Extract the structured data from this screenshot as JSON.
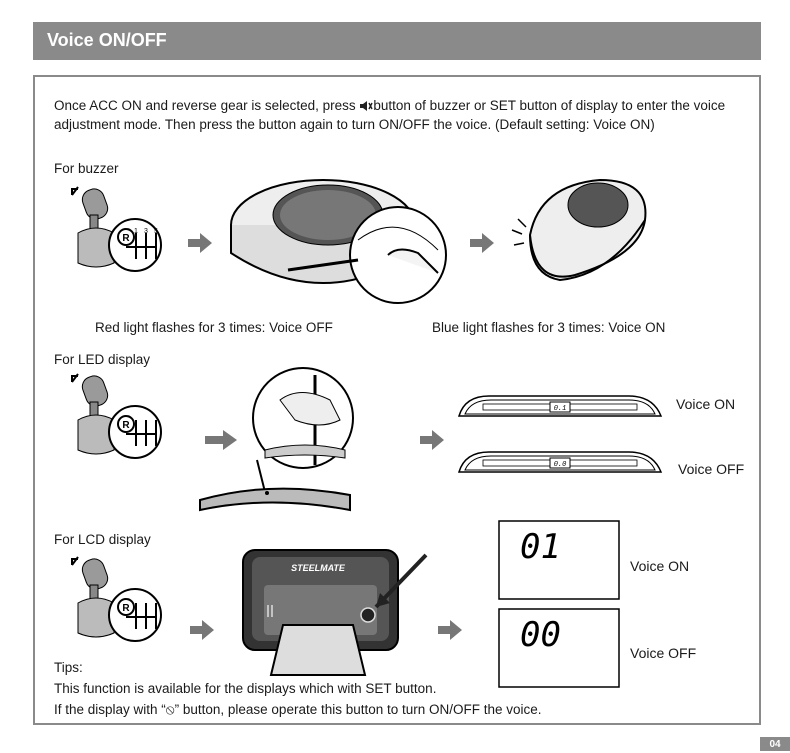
{
  "header": {
    "title": "Voice ON/OFF"
  },
  "intro": {
    "before_icon": "Once ACC ON and reverse gear is selected, press ",
    "icon": "speaker-mute-icon",
    "after_icon": "button of buzzer or SET button of display to enter the voice adjustment mode. Then press the button again to turn ON/OFF the voice. (Default setting: Voice ON)"
  },
  "buzzer": {
    "heading": "For buzzer",
    "red_caption": "Red light flashes for 3 times: Voice OFF",
    "blue_caption": "Blue light flashes for 3 times: Voice ON"
  },
  "led": {
    "heading": "For LED display",
    "on_label": "Voice ON",
    "off_label": "Voice OFF",
    "on_readout": "0.1",
    "off_readout": "0.0"
  },
  "lcd": {
    "heading": "For LCD display",
    "brand": "STEELMATE",
    "on_digits": "01",
    "off_digits": "00",
    "on_label": "Voice ON",
    "off_label": "Voice OFF"
  },
  "tips": {
    "heading": "Tips:",
    "line1": "This function is available for the displays which with SET button.",
    "line2_before": "If the display with “",
    "line2_icon": "⦸",
    "line2_after": "” button, please operate this button to turn ON/OFF the voice."
  },
  "page_number": "04",
  "colors": {
    "header": "#8a8a8a",
    "frame": "#8a8a8a"
  }
}
